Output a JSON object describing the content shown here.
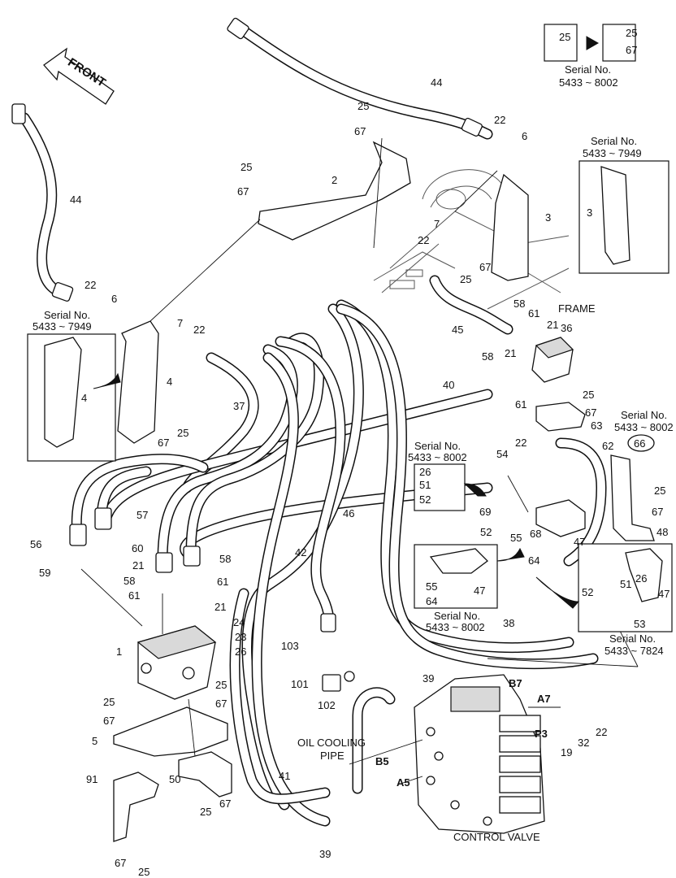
{
  "labels": {
    "front": "FRONT",
    "frame": "FRAME",
    "oil_cooling_line1": "OIL COOLING",
    "oil_cooling_line2": "PIPE",
    "control_valve": "CONTROL VALVE",
    "port_b7": "B7",
    "port_a7": "A7",
    "port_p3": "P3",
    "port_b5": "B5",
    "port_a5": "A5"
  },
  "serial_boxes": {
    "top_right": {
      "caption": "Serial No.",
      "range": "5433 ~ 8002",
      "before": "25",
      "after_a": "25",
      "after_b": "67"
    },
    "left": {
      "caption": "Serial No.",
      "range": "5433 ~ 7949",
      "part": "4"
    },
    "right_top": {
      "caption": "Serial No.",
      "range": "5433 ~ 7949",
      "part": "3"
    },
    "middle": {
      "caption": "Serial No.",
      "range": "5433 ~ 8002",
      "a": "26",
      "b": "51",
      "c": "52"
    },
    "right_middle": {
      "caption": "Serial No.",
      "range": "5433 ~ 8002",
      "circled": "66",
      "a": "25",
      "b": "67",
      "c": "48"
    },
    "lower_middle": {
      "caption": "Serial No.",
      "range": "5433 ~ 8002",
      "a": "55",
      "b": "47",
      "c": "64"
    },
    "lower_right": {
      "caption": "Serial No.",
      "range": "5433 ~ 7824",
      "a": "52",
      "b": "51",
      "c": "26",
      "d": "47",
      "e": "53"
    }
  },
  "callouts": {
    "c44a": "44",
    "c44b": "44",
    "c25a": "25",
    "c67a": "67",
    "c22a": "22",
    "c6a": "6",
    "c25b": "25",
    "c67b": "67",
    "c2": "2",
    "c3": "3",
    "c7a": "7",
    "c22b": "22",
    "c25c": "25",
    "c67c": "67",
    "c45": "45",
    "c58a": "58",
    "c61a": "61",
    "c21a": "21",
    "c21b": "21",
    "c36": "36",
    "c22c": "22",
    "c6b": "6",
    "c7b": "7",
    "c22d": "22",
    "c4": "4",
    "c37": "37",
    "c67d": "67",
    "c25d": "25",
    "c58b": "58",
    "c40": "40",
    "c61b": "61",
    "c25e": "25",
    "c67e": "67",
    "c63": "63",
    "c62": "62",
    "c22e": "22",
    "c54": "54",
    "c69": "69",
    "c52a": "52",
    "c55a": "55",
    "c68": "68",
    "c47a": "47",
    "c64a": "64",
    "c57": "57",
    "c56": "56",
    "c60": "60",
    "c59": "59",
    "c21c": "21",
    "c46": "46",
    "c58c": "58",
    "c58d": "58",
    "c61c": "61",
    "c61d": "61",
    "c21d": "21",
    "c42": "42",
    "c24": "24",
    "c23": "23",
    "c26": "26",
    "c1": "1",
    "c25f": "25",
    "c67f": "67",
    "c25g": "25",
    "c67g": "67",
    "c5": "5",
    "c103": "103",
    "c101": "101",
    "c102": "102",
    "c38": "38",
    "c39a": "39",
    "c19": "19",
    "c32": "32",
    "c22f": "22",
    "c91": "91",
    "c50": "50",
    "c41": "41",
    "c25h": "25",
    "c67h": "67",
    "c67i": "67",
    "c25i": "25",
    "c39b": "39"
  }
}
